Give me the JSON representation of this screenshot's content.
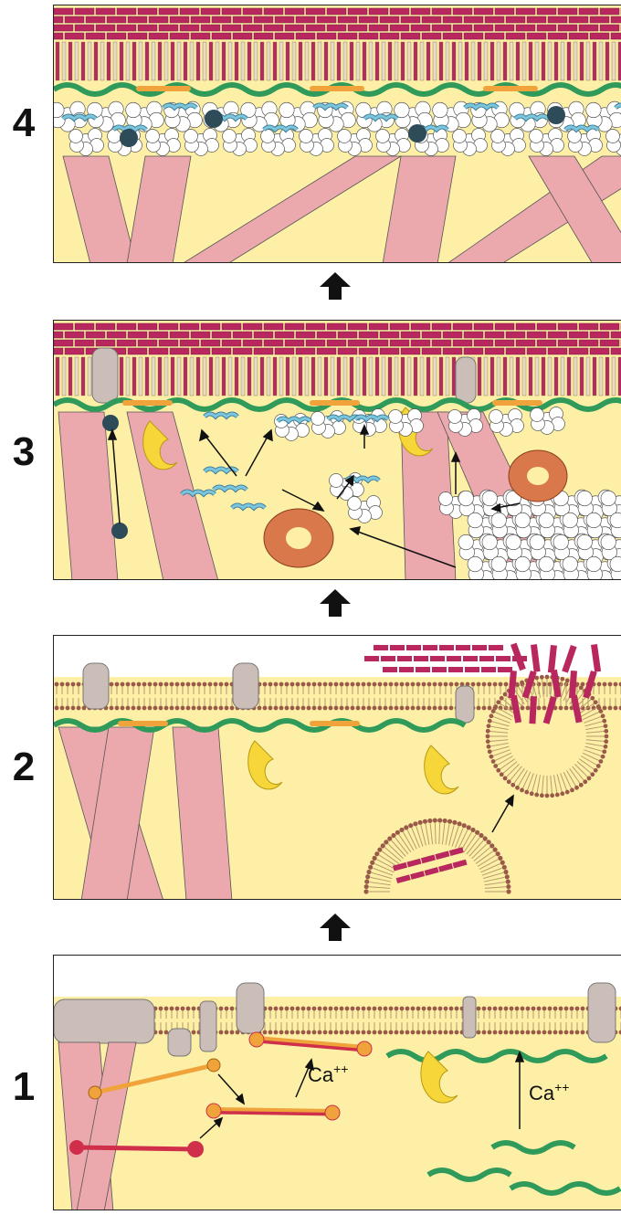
{
  "stages": [
    {
      "number": "4"
    },
    {
      "number": "3"
    },
    {
      "number": "2"
    },
    {
      "number": "1"
    }
  ],
  "annotations": {
    "calcium_label_left": "Ca",
    "calcium_label_right": "Ca",
    "charge_sup": "++"
  },
  "colors": {
    "cytoplasm": "#fdf0a6",
    "actin_fiber": "#eba8ad",
    "lipid_brick": "#b8285e",
    "membrane_protein": "#cbbdb8",
    "annexin_crescent": "#f7d63a",
    "green_protein": "#2f9a5a",
    "red_protein": "#cf2f4a",
    "orange_protein": "#f0a23b",
    "blue_filament": "#7cc6dd",
    "dark_sphere": "#2e4b5a",
    "orange_ring": "#d9784a"
  }
}
